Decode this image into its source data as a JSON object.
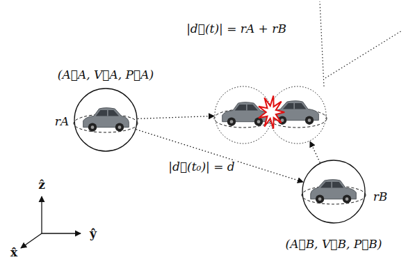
{
  "diagram": {
    "nodes": [
      {
        "text": [
          "(A⃗A, V⃗A, P⃗A)",
          "rA"
        ]
      },
      {
        "text": [
          "|d⃗(t)| = rA + rB"
        ]
      },
      {
        "text": [
          "rB",
          "(A⃗B, V⃗B, P⃗B)"
        ]
      }
    ],
    "edges": [
      {
        "from": 0,
        "to": 1,
        "arrow": "to"
      },
      {
        "from": 2,
        "to": 1,
        "arrow": "to"
      },
      {
        "from": 0,
        "to": 2,
        "arrow": "to",
        "label": "|d⃗(t₀)| = d"
      }
    ],
    "labels": [
      "ẑ",
      "ŷ",
      "x̂"
    ]
  }
}
